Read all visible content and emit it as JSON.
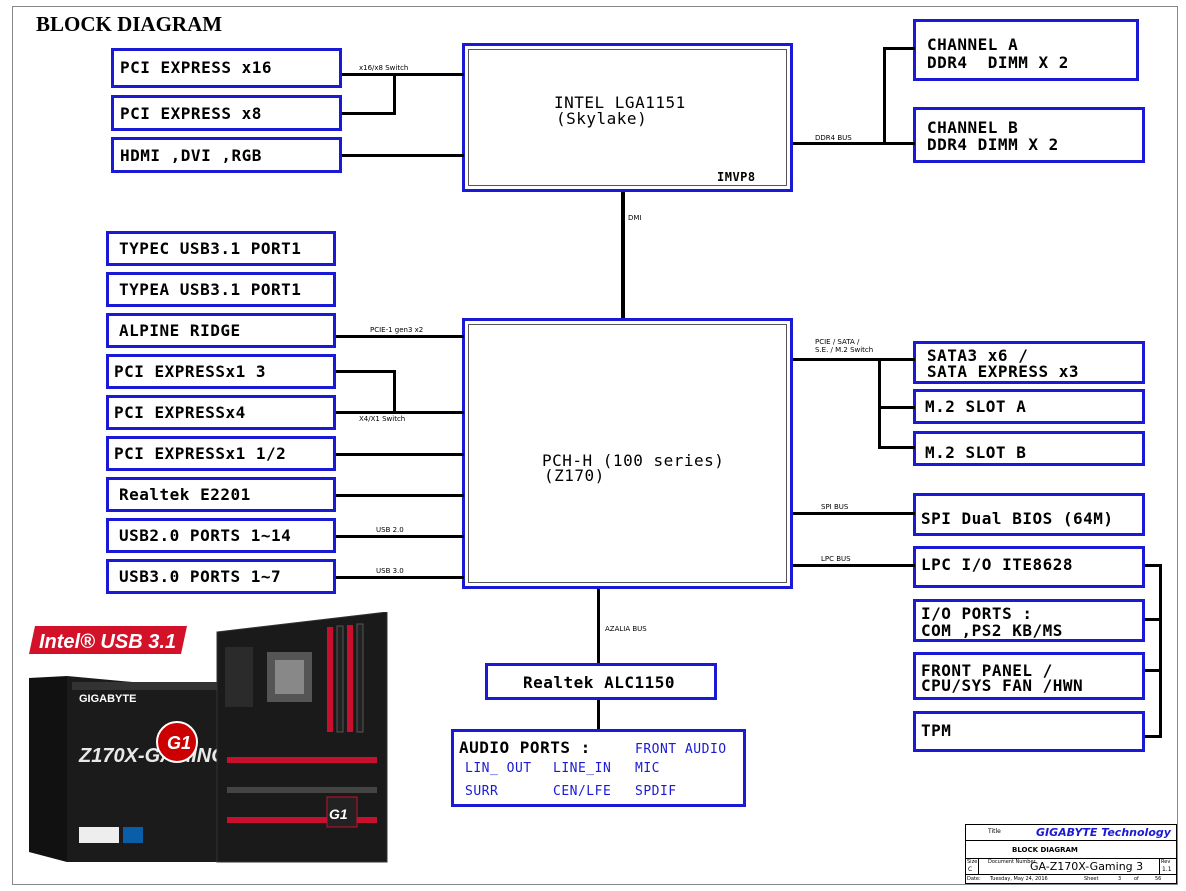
{
  "title": "BLOCK DIAGRAM",
  "cpu": {
    "name": "INTEL LGA1151",
    "sub": "(Skylake)",
    "vr": "IMVP8"
  },
  "pch": {
    "name": "PCH-H (100 series)",
    "sub": "(Z170)"
  },
  "left_top": [
    "PCI EXPRESS x16",
    "PCI EXPRESS x8",
    "HDMI ,DVI ,RGB"
  ],
  "left_bottom": [
    "TYPEC USB3.1 PORT1",
    "TYPEA USB3.1 PORT1",
    "ALPINE RIDGE",
    "PCI EXPRESSx1 3",
    "PCI EXPRESSx4",
    "PCI EXPRESSx1 1/2",
    "Realtek E2201",
    "USB2.0 PORTS 1~14",
    "USB3.0 PORTS 1~7"
  ],
  "memory": [
    {
      "line1": "CHANNEL A",
      "line2": "DDR4  DIMM X 2"
    },
    {
      "line1": "CHANNEL B",
      "line2": "DDR4 DIMM X 2"
    }
  ],
  "right_pch": [
    "SATA3 x6 /",
    "SATA EXPRESS x3",
    "M.2 SLOT A",
    "M.2 SLOT B",
    "SPI Dual BIOS (64M)"
  ],
  "lpc_group": [
    "LPC I/O ITE8628",
    "I/O PORTS :",
    "COM ,PS2 KB/MS",
    "FRONT PANEL /",
    "CPU/SYS FAN /HWN",
    "TPM"
  ],
  "codec": "Realtek ALC1150",
  "audio": {
    "heading": "AUDIO PORTS :",
    "items": [
      "FRONT AUDIO",
      "LIN_ OUT",
      "LINE_IN",
      "MIC",
      "SURR",
      "CEN/LFE",
      "SPDIF"
    ]
  },
  "buses": {
    "x16x8": "x16/x8 Switch",
    "ddr4": "DDR4 BUS",
    "dmi": "DMI",
    "pcie1": "PCIE-1 gen3 x2",
    "x4x1": "X4/X1 Switch",
    "usb2": "USB 2.0",
    "usb3": "USB 3.0",
    "pcie_sata1": "PCIE / SATA /",
    "pcie_sata2": "S.E. / M.2 Switch",
    "spi": "SPI BUS",
    "lpc": "LPC BUS",
    "azalia": "AZALIA BUS"
  },
  "product": {
    "badge": "Intel® USB 3.1",
    "brand": "GIGABYTE",
    "model": "Z170X-GAMING 3",
    "g1": "G1"
  },
  "title_block": {
    "title_label": "Title",
    "company": "GIGABYTE Technology",
    "sheet_title": "BLOCK DIAGRAM",
    "size_label": "Size",
    "size": "C",
    "docnum_label": "Document Number",
    "docnum": "GA-Z170X-Gaming 3",
    "rev_label": "Rev",
    "rev": "1.1",
    "date_label": "Date:",
    "date": "Tuesday, May 24, 2016",
    "sheet_label": "Sheet",
    "sheet": "3",
    "of_label": "of",
    "of": "56"
  },
  "colors": {
    "box_border": "#1a1ad6",
    "badge_red": "#d3122a",
    "title_blue": "#1a1ad6"
  }
}
